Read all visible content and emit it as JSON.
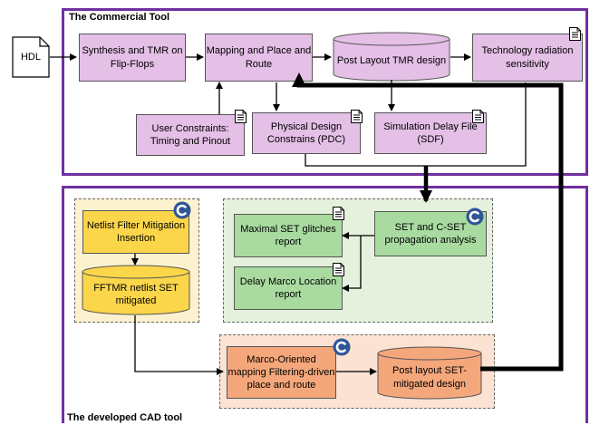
{
  "commercial_tool": {
    "title": "The Commercial Tool",
    "hdl": "HDL",
    "synthesis": "Synthesis and TMR on Flip-Flops",
    "mapping": "Mapping and Place and Route",
    "post_layout": "Post Layout TMR design",
    "tech_radiation": "Technology radiation sensitivity",
    "user_constraints": "User Constraints: Timing and Pinout",
    "physical_design": "Physical Design Constrains (PDC)",
    "simulation_delay": "Simulation Delay File (SDF)"
  },
  "developed_tool": {
    "title": "The developed CAD tool",
    "netlist_filter": "Netlist Filter Mitigation Insertion",
    "fftmr": "FFTMR netlist SET mitigated",
    "maximal_set": "Maximal SET glitches report",
    "set_cset": "SET and C-SET propagation analysis",
    "delay_marco": "Delay Marco Location report",
    "marco_oriented": "Marco-Oriented mapping Filtering-driven place and route",
    "post_layout_set": "Post layout SET-mitigated design"
  },
  "colors": {
    "frame": "#7030a0",
    "pink": "#e4bfe6",
    "green": "#a9dba0",
    "yellow": "#fcd64a",
    "orange": "#f4a77b",
    "c_icon": "#2f5597"
  },
  "icons": [
    "document-icon",
    "c-logo-icon"
  ]
}
